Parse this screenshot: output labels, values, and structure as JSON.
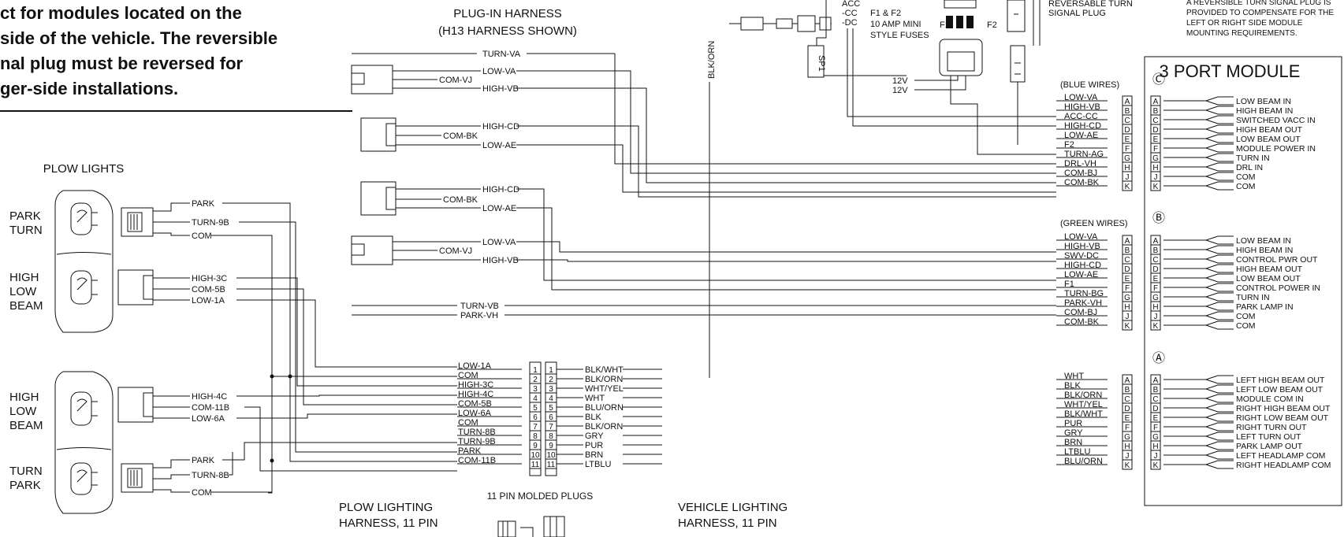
{
  "note_lines": [
    "ct for modules located on the",
    " side of the vehicle. The reversible",
    "nal plug must be reversed for",
    "ger-side installations."
  ],
  "plug_in_harness": [
    "PLUG-IN HARNESS",
    "(H13 HARNESS SHOWN)"
  ],
  "plow_lights": {
    "title": "PLOW LIGHTS",
    "left_park_turn": [
      "PARK",
      "TURN"
    ],
    "left_high_low": [
      "HIGH",
      "LOW",
      "BEAM"
    ],
    "right_high_low": [
      "HIGH",
      "LOW",
      "BEAM"
    ],
    "right_turn_park": [
      "TURN",
      "PARK"
    ]
  },
  "plow_light_pins": {
    "top_lamp": [
      "PARK",
      "TURN-9B",
      "COM"
    ],
    "top_head": [
      "HIGH-3C",
      "COM-5B",
      "LOW-1A"
    ],
    "bottom_head": [
      "HIGH-4C",
      "COM-11B",
      "LOW-6A"
    ],
    "bottom_lamp": [
      "PARK",
      "TURN-8B",
      "COM"
    ]
  },
  "harness_wires": {
    "turn_va": "TURN-VA",
    "conn1": {
      "com": "COM-VJ",
      "pins": [
        "LOW-VA",
        "HIGH-VB"
      ]
    },
    "conn2": {
      "com": "COM-BK",
      "pins": [
        "HIGH-CD",
        "LOW-AE"
      ]
    },
    "conn3": {
      "com": "COM-BK",
      "pins": [
        "HIGH-CD",
        "LOW-AE"
      ]
    },
    "conn4": {
      "com": "COM-VJ",
      "pins": [
        "LOW-VA",
        "HIGH-VB"
      ]
    },
    "turn_vb": "TURN-VB",
    "park_vh": "PARK-VH",
    "blk_orn": "BLK/ORN",
    "sp1": "SP1"
  },
  "fuses": {
    "top_marks": [
      "ACC",
      "-CC",
      "-DC"
    ],
    "label": [
      "F1 & F2",
      "10 AMP MINI",
      "STYLE FUSES"
    ],
    "f1": "F1",
    "f2": "F2",
    "v12": [
      "12V",
      "12V"
    ]
  },
  "reversible_turn": [
    "REVERSABLE TURN",
    "SIGNAL PLUG"
  ],
  "reversible_note": [
    "A REVERSIBLE TURN SIGNAL PLUG IS",
    "PROVIDED TO COMPENSATE FOR THE",
    "LEFT OR RIGHT SIDE MODULE",
    "MOUNTING REQUIREMENTS."
  ],
  "module": {
    "title": "3 PORT MODULE",
    "ports": [
      {
        "badge": "Ⓒ",
        "group_label": "(BLUE WIRES)",
        "letters": [
          "A",
          "B",
          "C",
          "D",
          "E",
          "F",
          "G",
          "H",
          "J",
          "K"
        ],
        "wires": [
          "LOW-VA",
          "HIGH-VB",
          "ACC-CC",
          "HIGH-CD",
          "LOW-AE",
          "F2",
          "TURN-AG",
          "DRL-VH",
          "COM-BJ",
          "COM-BK"
        ],
        "functions": [
          "LOW BEAM IN",
          "HIGH BEAM IN",
          "SWITCHED VACC IN",
          "HIGH BEAM OUT",
          "LOW BEAM OUT",
          "MODULE POWER IN",
          "TURN IN",
          "DRL IN",
          "COM",
          "COM"
        ]
      },
      {
        "badge": "Ⓑ",
        "group_label": "(GREEN WIRES)",
        "letters": [
          "A",
          "B",
          "C",
          "D",
          "E",
          "F",
          "G",
          "H",
          "J",
          "K"
        ],
        "wires": [
          "LOW-VA",
          "HIGH-VB",
          "SWV-DC",
          "HIGH-CD",
          "LOW-AE",
          "F1",
          "TURN-BG",
          "PARK-VH",
          "COM-BJ",
          "COM-BK"
        ],
        "functions": [
          "LOW BEAM IN",
          "HIGH BEAM IN",
          "CONTROL PWR OUT",
          "HIGH BEAM OUT",
          "LOW BEAM OUT",
          "CONTROL POWER IN",
          "TURN IN",
          "PARK LAMP IN",
          "COM",
          "COM"
        ]
      },
      {
        "badge": "Ⓐ",
        "group_label": "",
        "letters": [
          "A",
          "B",
          "C",
          "D",
          "E",
          "F",
          "G",
          "H",
          "J",
          "K"
        ],
        "wires": [
          "WHT",
          "BLK",
          "BLK/ORN",
          "WHT/YEL",
          "BLK/WHT",
          "PUR",
          "GRY",
          "BRN",
          "LTBLU",
          "BLU/ORN"
        ],
        "functions": [
          "LEFT HIGH BEAM OUT",
          "LEFT LOW BEAM OUT",
          "MODULE COM IN",
          "RIGHT HIGH BEAM OUT",
          "RIGHT LOW BEAM OUT",
          "RIGHT TURN OUT",
          "LEFT TURN OUT",
          "PARK LAMP OUT",
          "LEFT HEADLAMP COM",
          "RIGHT HEADLAMP COM"
        ]
      }
    ]
  },
  "pin11": {
    "left_labels": [
      "LOW-1A",
      "COM",
      "HIGH-3C",
      "HIGH-4C",
      "COM-5B",
      "LOW-6A",
      "COM",
      "TURN-8B",
      "TURN-9B",
      "PARK",
      "COM-11B"
    ],
    "numbers": [
      "1",
      "2",
      "3",
      "4",
      "5",
      "6",
      "7",
      "8",
      "9",
      "10",
      "11"
    ],
    "right_labels": [
      "BLK/WHT",
      "BLK/ORN",
      "WHT/YEL",
      "WHT",
      "BLU/ORN",
      "BLK",
      "BLK/ORN",
      "GRY",
      "PUR",
      "BRN",
      "LTBLU"
    ]
  },
  "bottom_labels": {
    "plow_harness": [
      "PLOW LIGHTING",
      "HARNESS, 11 PIN"
    ],
    "molded_plugs": "11 PIN MOLDED PLUGS",
    "vehicle_harness": [
      "VEHICLE LIGHTING",
      "HARNESS, 11 PIN"
    ]
  }
}
